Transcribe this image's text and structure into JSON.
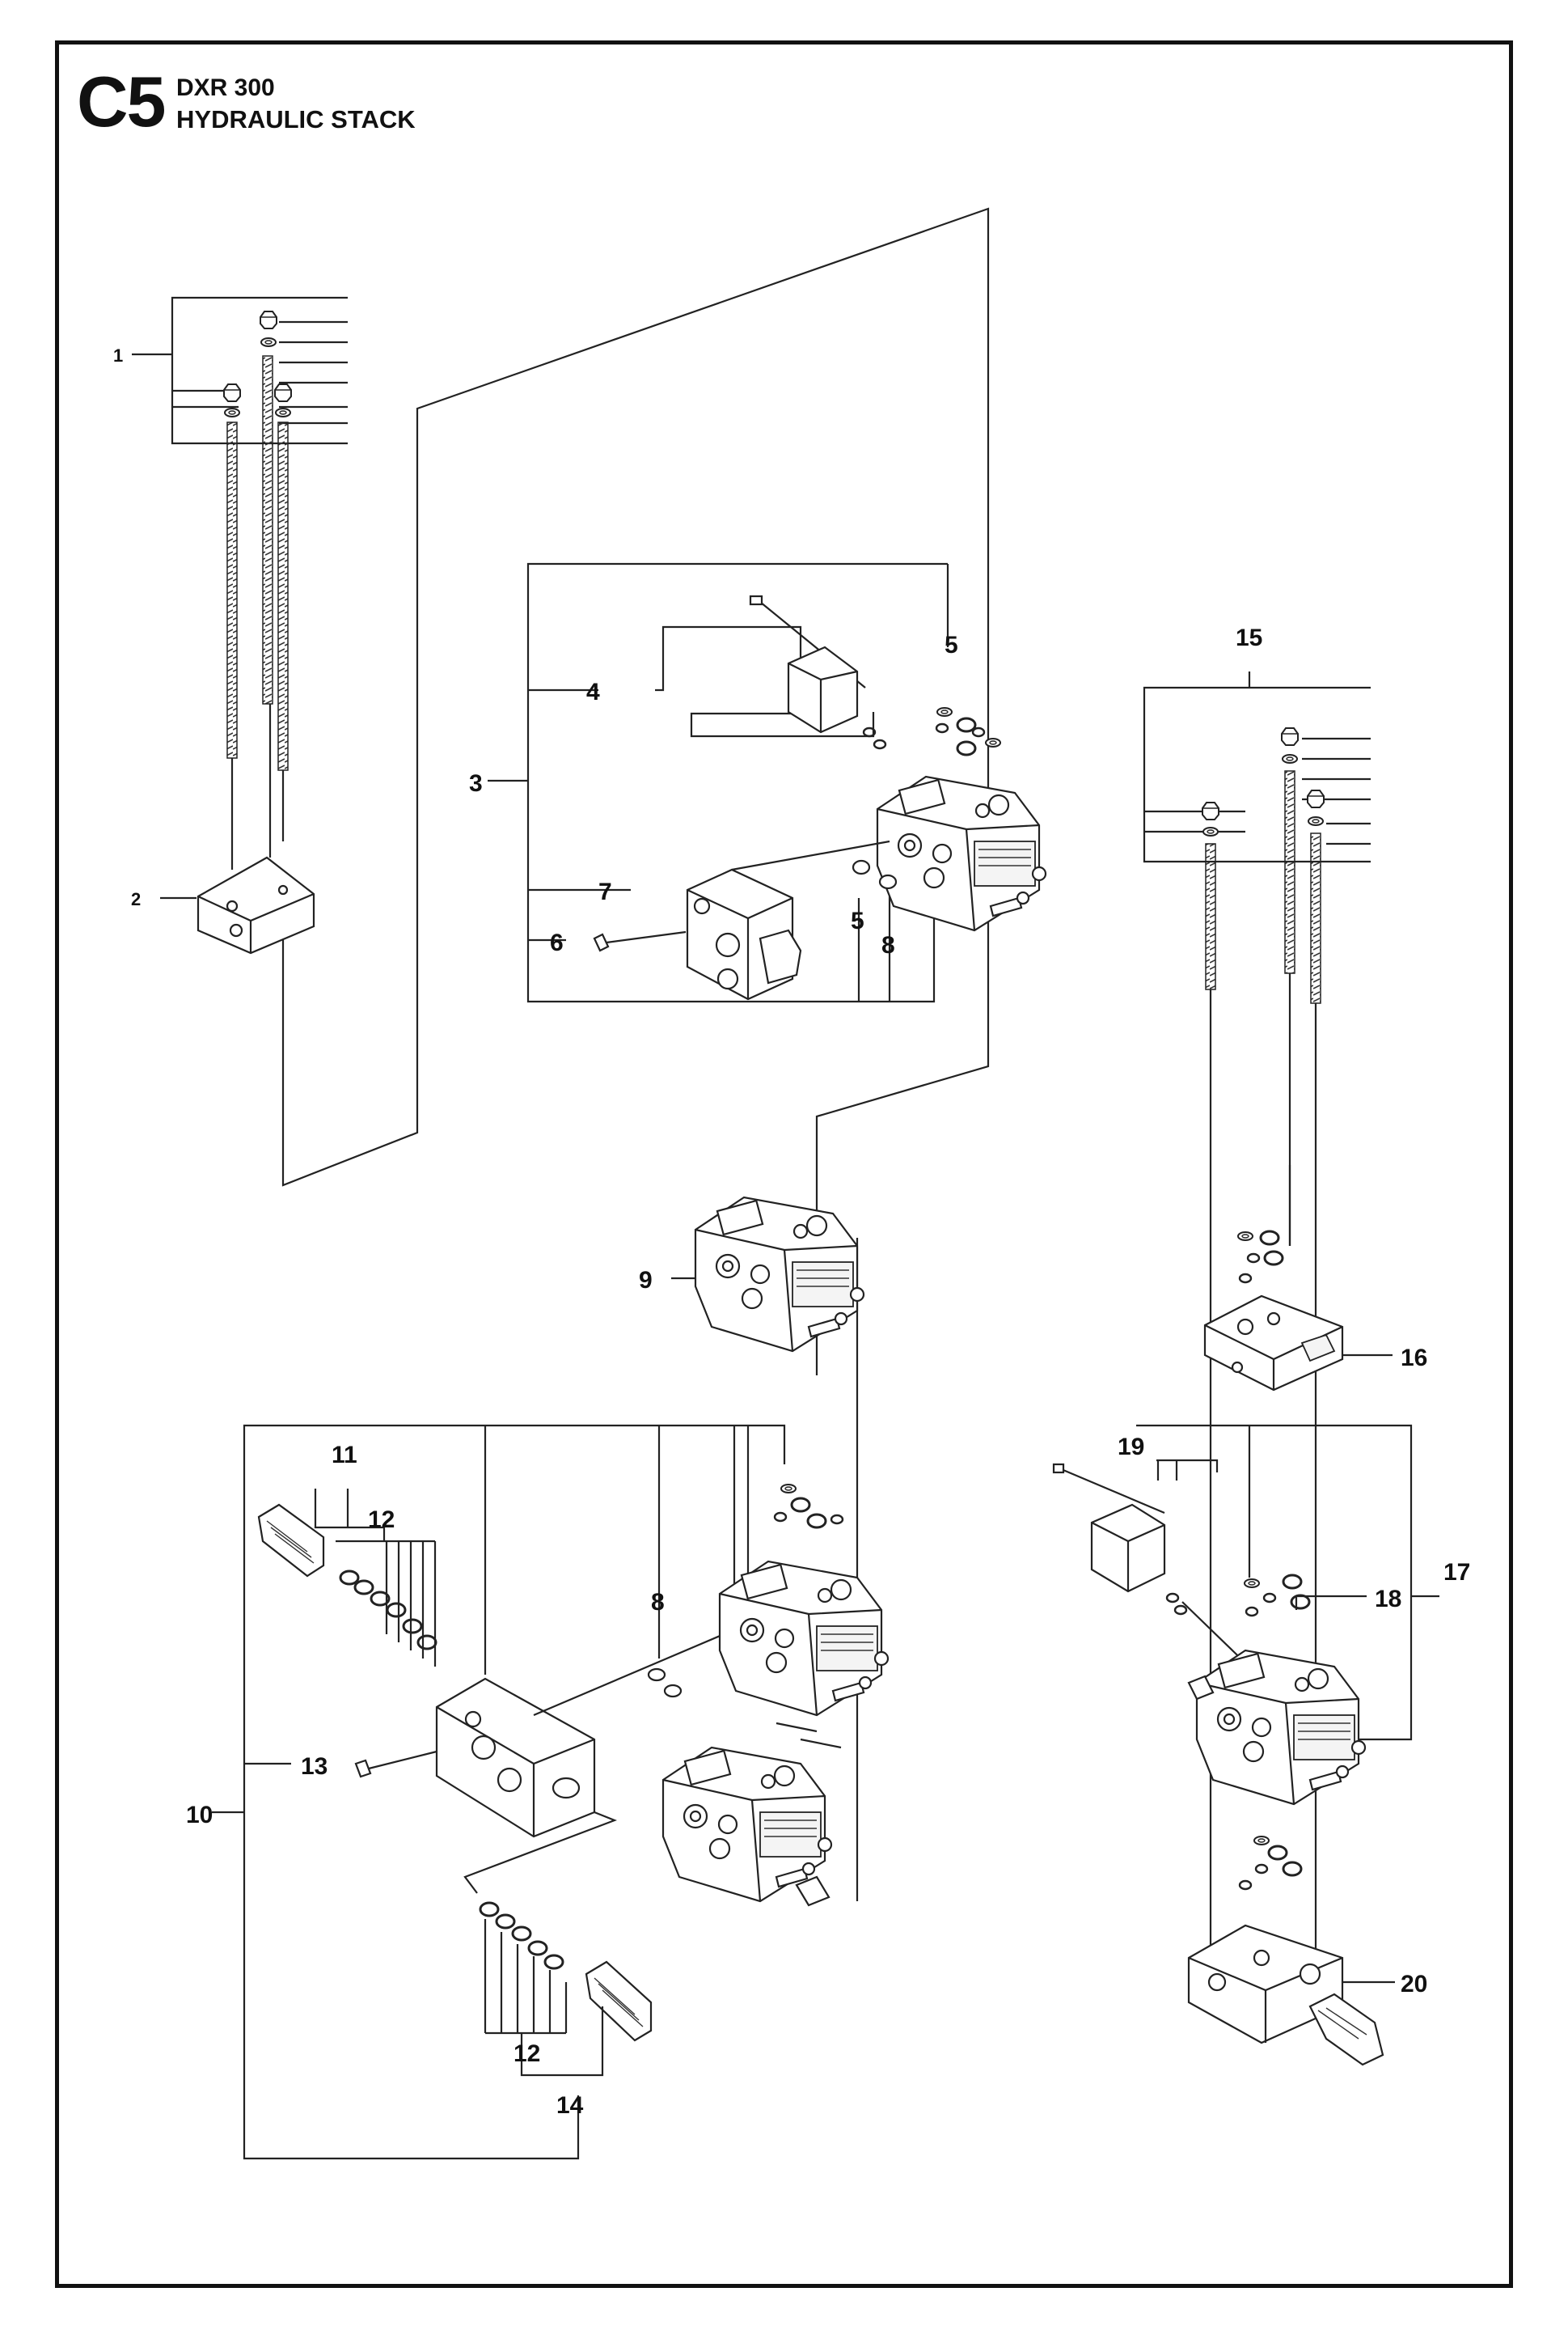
{
  "header": {
    "code": "C5",
    "model": "DXR 300",
    "title": "HYDRAULIC STACK"
  },
  "callouts": {
    "c1": "1",
    "c2": "2",
    "c3": "3",
    "c4": "4",
    "c5a": "5",
    "c5b": "5",
    "c6": "6",
    "c7": "7",
    "c8a": "8",
    "c8b": "8",
    "c9": "9",
    "c10": "10",
    "c11": "11",
    "c12a": "12",
    "c12b": "12",
    "c13": "13",
    "c14": "14",
    "c15": "15",
    "c16": "16",
    "c17": "17",
    "c18": "18",
    "c19": "19",
    "c20": "20"
  }
}
